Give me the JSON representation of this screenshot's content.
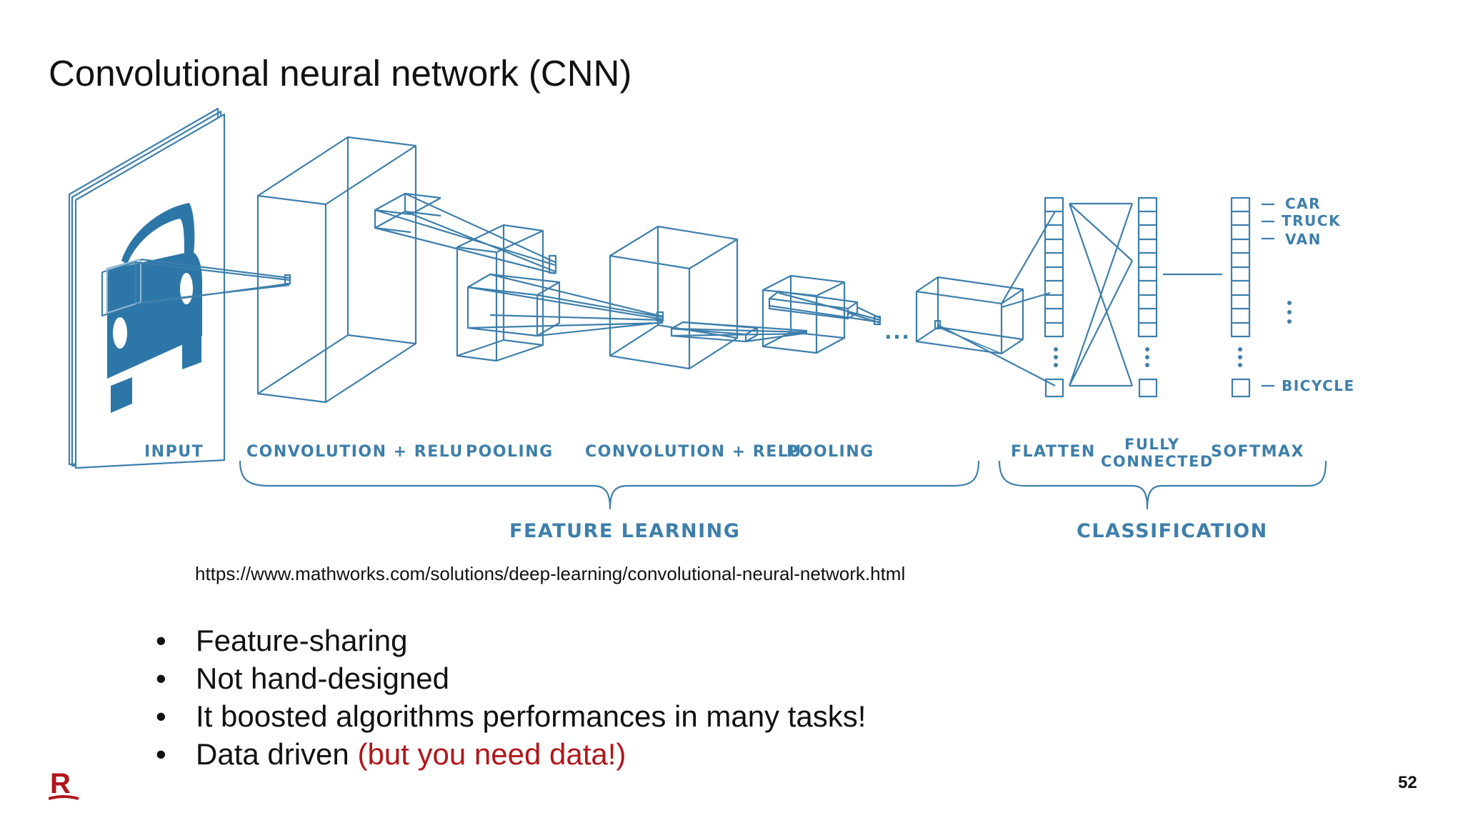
{
  "slide": {
    "title": "Convolutional neural network (CNN)",
    "page_number": "52",
    "source_url": "https://www.mathworks.com/solutions/deep-learning/convolutional-neural-network.html"
  },
  "diagram": {
    "stage_labels": [
      "INPUT",
      "CONVOLUTION + RELU",
      "POOLING",
      "CONVOLUTION + RELU",
      "POOLING",
      "FLATTEN",
      "FULLY",
      "CONNECTED",
      "SOFTMAX"
    ],
    "group_labels": [
      "FEATURE LEARNING",
      "CLASSIFICATION"
    ],
    "output_classes": [
      "CAR",
      "TRUCK",
      "VAN",
      "BICYCLE"
    ],
    "ellipsis": "...",
    "accent_color": "#3d7fab"
  },
  "bullets": [
    {
      "text": "Feature-sharing",
      "highlight": ""
    },
    {
      "text": "Not hand-designed",
      "highlight": ""
    },
    {
      "text": "It boosted algorithms performances in many tasks!",
      "highlight": ""
    },
    {
      "text": "Data driven ",
      "highlight": "(but you need data!)"
    }
  ],
  "bullet_symbol": "•",
  "colors": {
    "highlight": "#b0161a",
    "logo": "#b0161a",
    "text": "#111111"
  }
}
